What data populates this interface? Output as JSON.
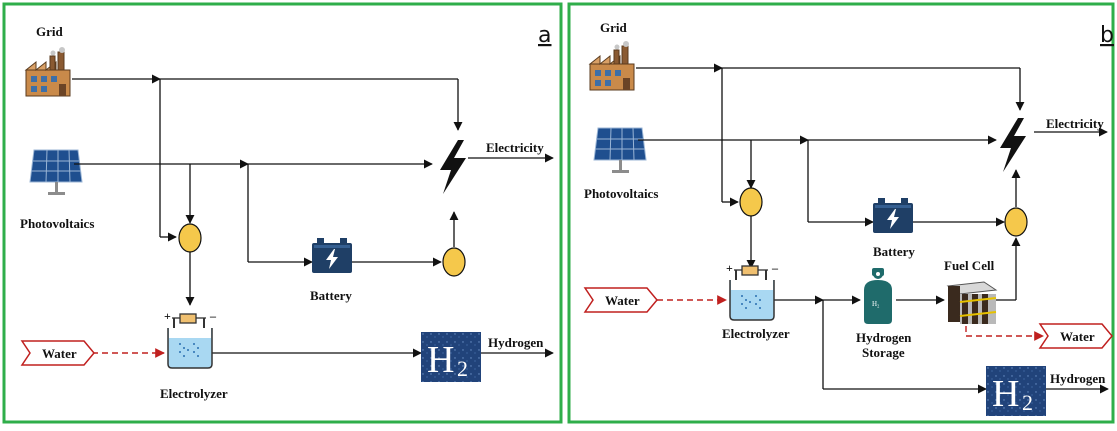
{
  "panels": [
    {
      "id": "a",
      "corner_label": "a",
      "grid": "Grid",
      "photovoltaics": "Photovoltaics",
      "battery": "Battery",
      "electrolyzer": "Electrolyzer",
      "water_in": "Water",
      "electricity": "Electricity",
      "hydrogen": "Hydrogen"
    },
    {
      "id": "b",
      "corner_label": "b",
      "grid": "Grid",
      "photovoltaics": "Photovoltaics",
      "battery": "Battery",
      "electrolyzer": "Electrolyzer",
      "water_in": "Water",
      "water_out": "Water",
      "fuel_cell": "Fuel Cell",
      "hydrogen_storage_line1": "Hydrogen",
      "hydrogen_storage_line2": "Storage",
      "electricity": "Electricity",
      "hydrogen": "Hydrogen"
    }
  ],
  "colors": {
    "panel_border": "#2fae4a",
    "junction_fill": "#f5c84b",
    "water_arrow": "#c0201f",
    "battery": "#1f3f66",
    "hydrogen_tank": "#1f6b6b"
  },
  "icons": {
    "grid": "factory-icon",
    "photovoltaics": "solar-panel-icon",
    "battery": "battery-icon",
    "electrolyzer": "electrolyzer-icon",
    "hydrogen": "h2-tile-icon",
    "electricity": "lightning-icon",
    "fuel_cell": "fuel-cell-icon",
    "hydrogen_storage": "gas-tank-icon",
    "junction": "junction-circle"
  }
}
